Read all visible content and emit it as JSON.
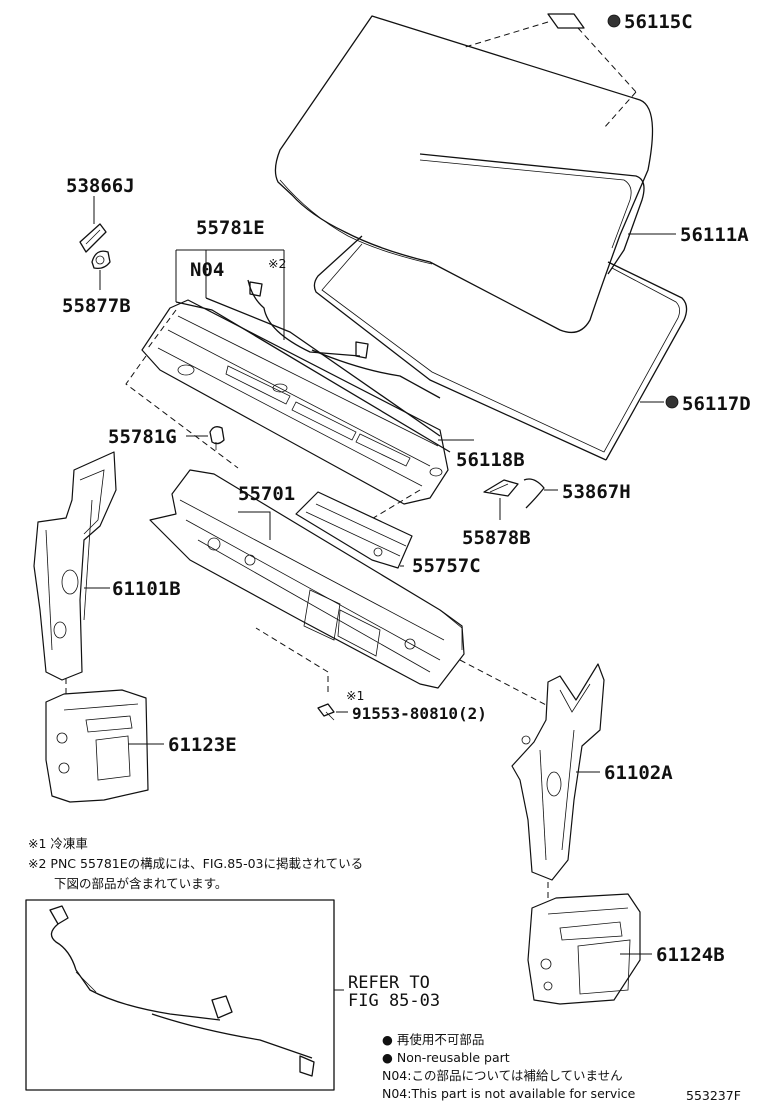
{
  "callouts": {
    "c56115C": "56115C",
    "c56111A": "56111A",
    "c56117D": "56117D",
    "c53866J": "53866J",
    "c55877B": "55877B",
    "c55781E": "55781E",
    "n04": "N04",
    "star2": "※2",
    "c55781G": "55781G",
    "c56118B": "56118B",
    "c55701": "55701",
    "c53867H": "53867H",
    "c55878B": "55878B",
    "c55757C": "55757C",
    "c61101B": "61101B",
    "star1": "※1",
    "c91553": "91553-80810(2)",
    "c61123E": "61123E",
    "c61102A": "61102A",
    "c61124B": "61124B"
  },
  "notes": {
    "line1": "※1 冷凍車",
    "line2": "※2 PNC 55781Eの構成には、FIG.85-03に掲載されている",
    "line3": "下図の部品が含まれています。"
  },
  "refer": {
    "line1": "REFER TO",
    "line2": "FIG 85-03"
  },
  "legend": {
    "item1": "● 再使用不可部品",
    "item2": "● Non-reusable part",
    "item3": "N04:この部品については補給していません",
    "item4": "N04:This part is not available for service"
  },
  "figure_code": "553237F"
}
